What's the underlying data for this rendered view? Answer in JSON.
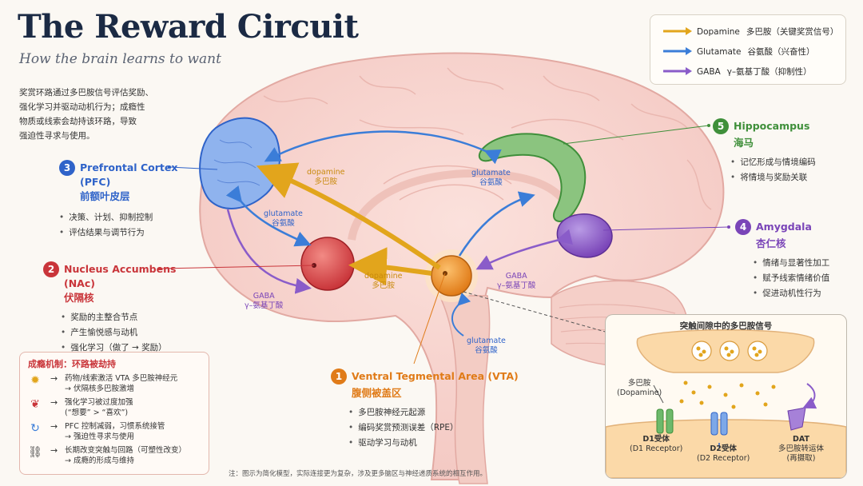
{
  "title": "The Reward Circuit",
  "subtitle": "How the brain learns to want",
  "intro": [
    "奖赏环路通过多巴胺信号评估奖励、",
    "强化学习并驱动动机行为；成瘾性",
    "物质或线索会劫持该环路，导致",
    "强迫性寻求与使用。"
  ],
  "legend": [
    {
      "en": "Dopamine",
      "zh": "多巴胺（关键奖赏信号）",
      "color": "#e2a51c"
    },
    {
      "en": "Glutamate",
      "zh": "谷氨酸（兴奋性）",
      "color": "#3b7dd8"
    },
    {
      "en": "GABA",
      "zh": "γ–氨基丁酸（抑制性）",
      "color": "#8a5cc9"
    }
  ],
  "regions": {
    "pfc": {
      "num": "3",
      "name_lines": [
        "Prefrontal Cortex",
        "(PFC)"
      ],
      "zh": "前额叶皮层",
      "bullets": [
        "决策、计划、抑制控制",
        "评估结果与调节行为"
      ],
      "color": "#2f63c9"
    },
    "nac": {
      "num": "2",
      "name_lines": [
        "Nucleus Accumbens",
        "(NAc)"
      ],
      "zh": "伏隔核",
      "bullets": [
        "奖励的主整合节点",
        "产生愉悦感与动机",
        "强化学习（做了 → 奖励）"
      ],
      "color": "#c9353a"
    },
    "vta": {
      "num": "1",
      "name": "Ventral Tegmental Area (VTA)",
      "zh": "腹侧被盖区",
      "bullets": [
        "多巴胺神经元起源",
        "编码奖赏预测误差（RPE）",
        "驱动学习与动机"
      ],
      "color": "#e07b18"
    },
    "hippocampus": {
      "num": "5",
      "name": "Hippocampus",
      "zh": "海马",
      "bullets": [
        "记忆形成与情境编码",
        "将情境与奖励关联"
      ],
      "color": "#3f8f3a"
    },
    "amygdala": {
      "num": "4",
      "name": "Amygdala",
      "zh": "杏仁核",
      "bullets": [
        "情绪与显著性加工",
        "赋予线索情绪价值",
        "促进动机性行为"
      ],
      "color": "#7a45b8"
    }
  },
  "pathway_labels": {
    "dopamine_pfc": [
      "dopamine",
      "多巴胺"
    ],
    "dopamine_nac": [
      "dopamine",
      "多巴胺"
    ],
    "glutamate_hippo": [
      "glutamate",
      "谷氨酸"
    ],
    "glutamate_pfc": [
      "glutamate",
      "谷氨酸"
    ],
    "gaba_nac": [
      "GABA",
      "γ–氨基丁酸"
    ],
    "gaba_amyg": [
      "GABA",
      "γ–氨基丁酸"
    ],
    "glutamate_vta": [
      "glutamate",
      "谷氨酸"
    ]
  },
  "addiction": {
    "title": "成瘾机制：环路被劫持",
    "items": [
      {
        "icon": "sun-icon",
        "lines": [
          "药物/线索激活 VTA 多巴胺神经元",
          "→ 伏隔核多巴胺激增"
        ]
      },
      {
        "icon": "brain-icon",
        "lines": [
          "强化学习被过度加强",
          "(“想要” > “喜欢”)"
        ]
      },
      {
        "icon": "cycle-icon",
        "lines": [
          "PFC 控制减弱，习惯系统接管",
          "→ 强迫性寻求与使用"
        ]
      },
      {
        "icon": "link-icon",
        "lines": [
          "长期改变突触与回路（可塑性改变）",
          "→ 成瘾的形成与维持"
        ]
      }
    ]
  },
  "synapse": {
    "title": "突触间隙中的多巴胺信号",
    "dopamine_label": [
      "多巴胺",
      "(Dopamine)"
    ],
    "d1": [
      "D1受体",
      "(D1 Receptor)"
    ],
    "d2": [
      "D2受体",
      "(D2 Receptor)"
    ],
    "dat": [
      "DAT",
      "多巴胺转运体",
      "(再摄取)"
    ]
  },
  "footnote": "注：图示为简化模型，实际连接更为复杂，涉及更多脑区与神经递质系统的相互作用。"
}
